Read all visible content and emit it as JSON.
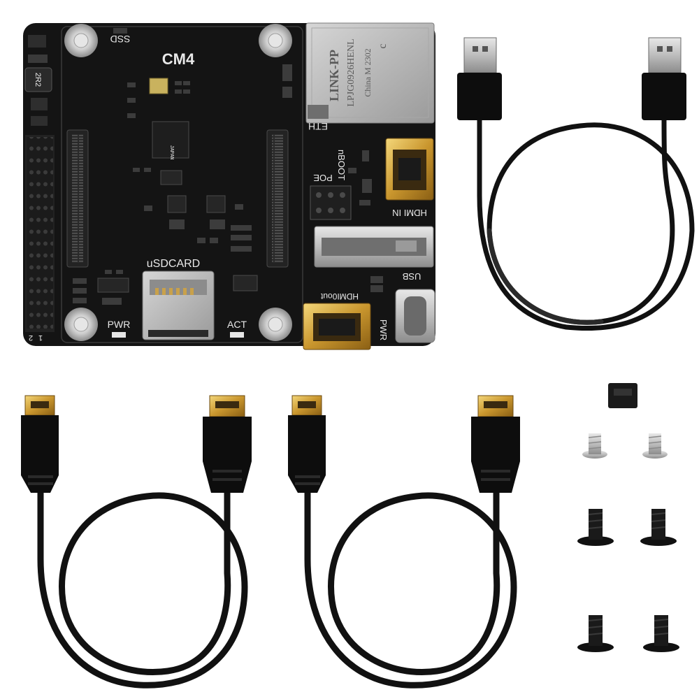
{
  "board": {
    "title": "CM4",
    "ssd_label": "SSD",
    "sdcard_label": "uSDCARD",
    "pwr_label": "PWR",
    "act_label": "ACT",
    "eth_label": "ETH",
    "hdmi_in_label": "HDMI IN",
    "poe_label": "POE",
    "nboot_label": "nBOOT",
    "usb_label": "USB",
    "hdmi_out_label": "HDMI0out",
    "pwr_edge_label": "PWR",
    "header_pin1": "1",
    "header_pin2": "2",
    "chip_marking": "JAPAN",
    "inductor_marking": "2R2"
  },
  "ethernet_jack": {
    "brand": "LINK-PP",
    "part_number": "LPJG0926HENL",
    "origin": "China M 2302",
    "cert": "c"
  },
  "accessories": {
    "usb_cable_count": 1,
    "hdmi_cable_count": 2,
    "jumper_count": 1,
    "silver_screw_count": 2,
    "black_screw_count": 4
  }
}
